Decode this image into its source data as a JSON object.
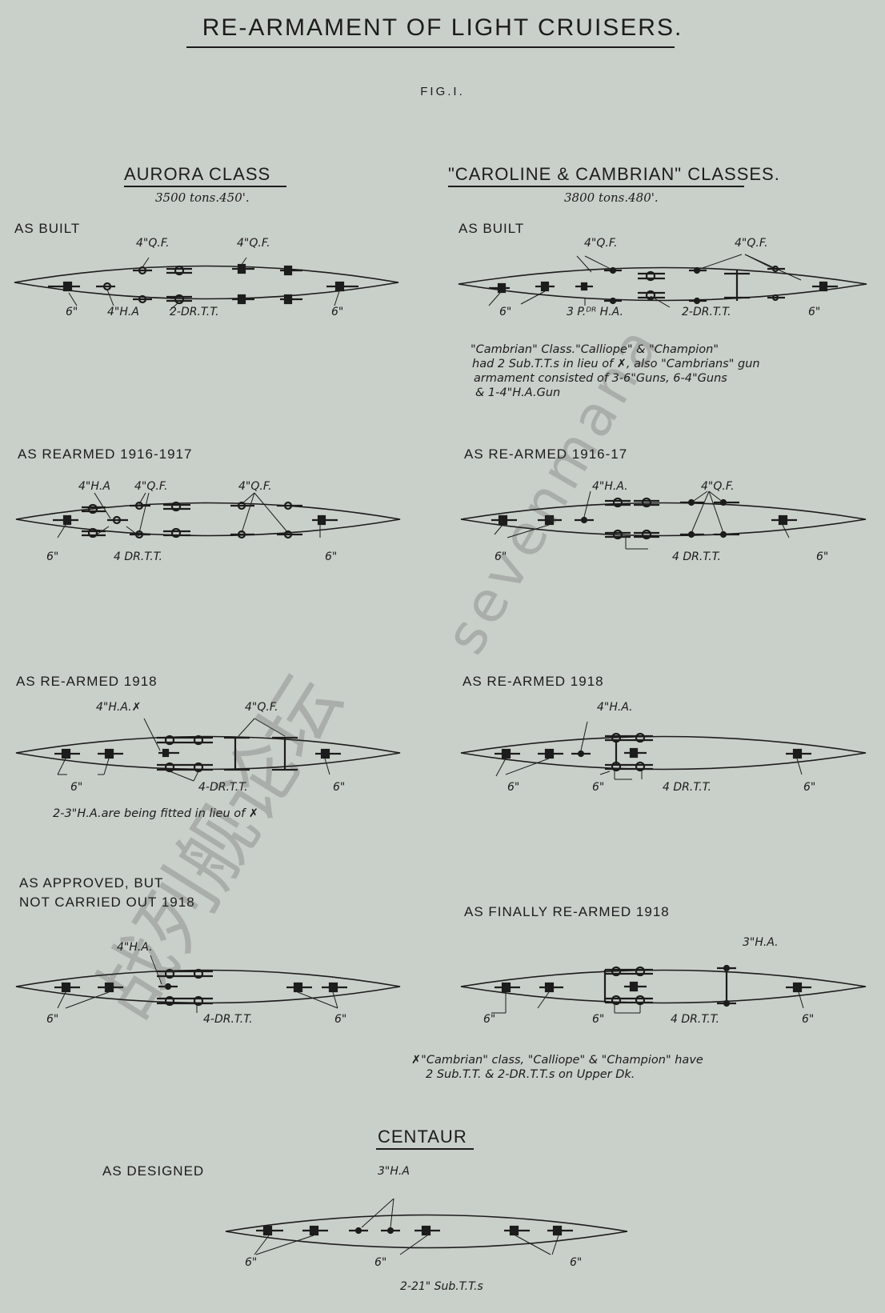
{
  "title": "RE-ARMAMENT OF LIGHT CRUISERS.",
  "fig": "FIG.I.",
  "aurora": {
    "heading": "AURORA CLASS",
    "sub": "3500 tons.450'.",
    "built": {
      "stage": "AS BUILT",
      "l1": "4\"Q.F.",
      "l2": "4\"Q.F.",
      "l3": "6\"",
      "l4": "4\"H.A",
      "l5": "2-DR.T.T.",
      "l6": "6\""
    },
    "rearmed1917": {
      "stage": "AS REARMED 1916-1917",
      "l1": "4\"H.A",
      "l2": "4\"Q.F.",
      "l3": "4\"Q.F.",
      "l4": "6\"",
      "l5": "4 DR.T.T.",
      "l6": "6\""
    },
    "rearmed1918": {
      "stage": "AS RE-ARMED 1918",
      "l1": "4\"H.A.✗",
      "l2": "4\"Q.F.",
      "l3": "6\"",
      "l4": "4-DR.T.T.",
      "l5": "6\"",
      "note": "2-3\"H.A.are being fitted in lieu of ✗"
    },
    "approved": {
      "stage_line1": "AS APPROVED, BUT",
      "stage_line2": "NOT CARRIED OUT 1918",
      "l1": "4\"H.A.",
      "l2": "6\"",
      "l3": "4-DR.T.T.",
      "l4": "6\""
    }
  },
  "caroline": {
    "heading": "\"CAROLINE & CAMBRIAN\" CLASSES.",
    "sub": "3800 tons.480'.",
    "built": {
      "stage": "AS BUILT",
      "l1": "4\"Q.F.",
      "l2": "4\"Q.F.",
      "l3": "6\"",
      "l4": "3 P.ᴰᴿ H.A.",
      "l5": "2-DR.T.T.",
      "l6": "6\"",
      "note1": "\"Cambrian\" Class.\"Calliope\" & \"Champion\"",
      "note2": "had 2 Sub.T.T.s in lieu of ✗, also \"Cambrians\" gun",
      "note3": "armament consisted of 3-6\"Guns, 6-4\"Guns",
      "note4": "& 1-4\"H.A.Gun"
    },
    "rearmed1917": {
      "stage": "AS RE-ARMED 1916-17",
      "l1": "4\"H.A.",
      "l2": "4\"Q.F.",
      "l3": "6\"",
      "l4": "4 DR.T.T.",
      "l5": "6\""
    },
    "rearmed1918": {
      "stage": "AS RE-ARMED 1918",
      "l1": "4\"H.A.",
      "l2": "6\"",
      "l3": "6\"",
      "l4": "4 DR.T.T.",
      "l5": "6\""
    },
    "finally": {
      "stage": "AS FINALLY RE-ARMED 1918",
      "l1": "3\"H.A.",
      "l2": "6\"",
      "l3": "6\"",
      "l4": "4 DR.T.T.",
      "l5": "6\"",
      "note1": "✗\"Cambrian\" class, \"Calliope\" & \"Champion\" have",
      "note2": "2 Sub.T.T. & 2-DR.T.T.s on Upper Dk."
    }
  },
  "centaur": {
    "heading": "CENTAUR",
    "stage": "AS DESIGNED",
    "l1": "3\"H.A",
    "l2": "6\"",
    "l3": "6\"",
    "l4": "6\"",
    "l5": "2-21\" Sub.T.T.s"
  },
  "watermark": {
    "cn": "战列舰论坛",
    "en": "sevenmana"
  },
  "colors": {
    "background": "#c9cfc9",
    "ink": "#1c1c1c"
  }
}
